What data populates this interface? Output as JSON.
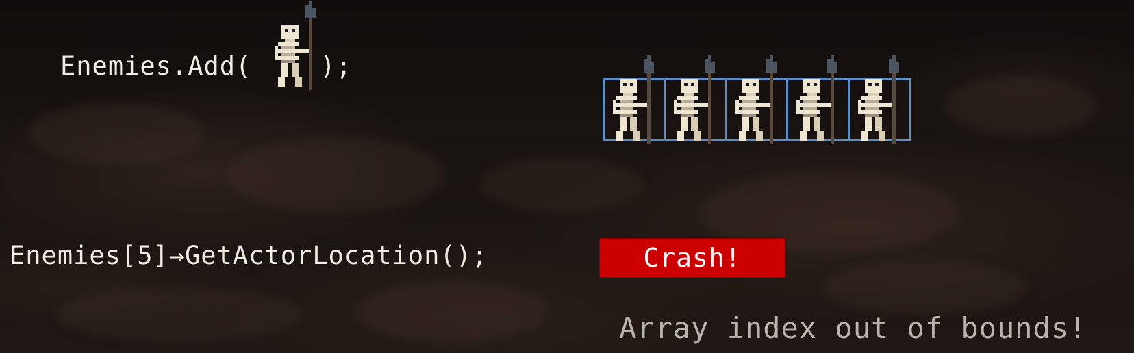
{
  "code": {
    "add_prefix": "Enemies.Add(",
    "add_suffix": ");",
    "get_line": "Enemies[5]→GetActorLocation();"
  },
  "array": {
    "slot_count": 5,
    "sprite": "skeleton-spearman-icon",
    "border_color": "#5b8ec8"
  },
  "crash": {
    "label": "Crash!",
    "color": "#cc0000"
  },
  "error": {
    "message": "Array index out of bounds!"
  }
}
